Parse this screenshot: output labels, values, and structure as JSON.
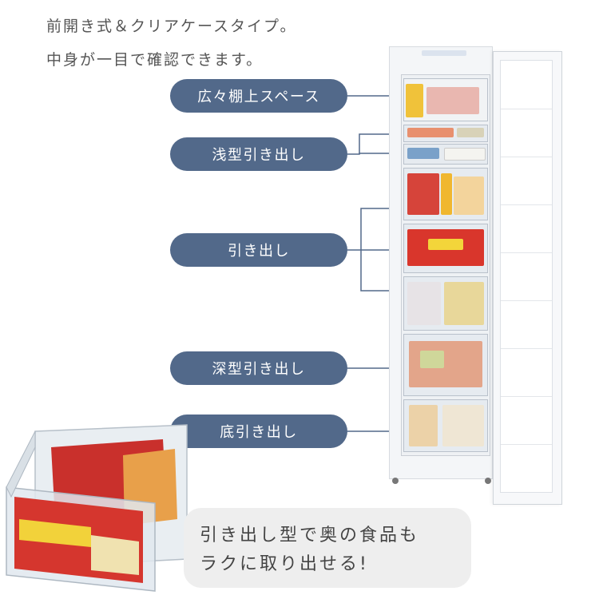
{
  "intro": {
    "line1": "前開き式＆クリアケースタイプ。",
    "line2": "中身が一目で確認できます。"
  },
  "labels": {
    "upper_shelf": "広々棚上スペース",
    "shallow_drawer": "浅型引き出し",
    "drawer": "引き出し",
    "deep_drawer": "深型引き出し",
    "bottom_drawer": "底引き出し"
  },
  "caption": {
    "line1": "引き出し型で奥の食品も",
    "line2": "ラクに取り出せる!"
  },
  "colors": {
    "label_pill": "#52698a",
    "connector_line": "#52698a",
    "caption_box": "#eeeeee"
  }
}
